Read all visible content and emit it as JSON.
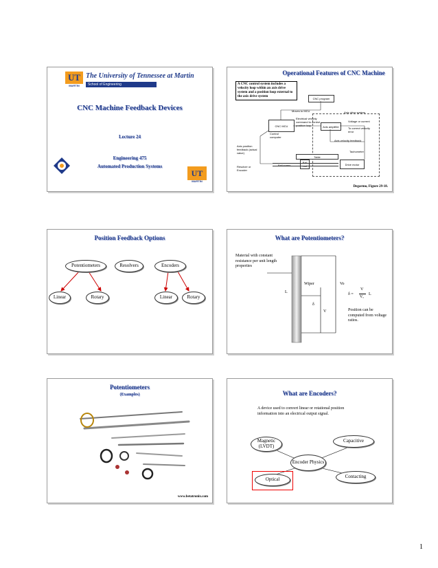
{
  "page_number": "1",
  "slide1": {
    "banner_title": "The University of Tennessee at Martin",
    "banner_sub": "School of Engineering",
    "banner_logo": "UT",
    "banner_martin": "MARTIN",
    "title": "CNC Machine Feedback Devices",
    "lecture": "Lecture 24",
    "course": "Engineering 475",
    "course_name": "Automated Production Systems",
    "corner_logo": "UT",
    "corner_martin": "MARTIN"
  },
  "slide2": {
    "title": "Operational Features of CNC Machine",
    "callout": "A CNC control system includes a velocity loop within an axis drive system and a position loop external to the axis drive system",
    "diagram": {
      "cnc_program": "CNC program",
      "axis_drive": "Axis drive system",
      "moves_to_mcu": "Moves to MCU",
      "cnc_mcu": "CNC MCU",
      "control_computer": "Control computer",
      "electrical_velocity": "Electrical velocity command to control position loop",
      "amplifier": "Axis amplifier",
      "voltage_current": "Voltage or current",
      "to_correct": "To correct velocity error",
      "axis_velocity": "Axis velocity feedback",
      "axis_position": "Axis position feedback (actual value)",
      "tachometer": "Tachometer",
      "table": "Table",
      "ball_screw": "Ball screw",
      "ball_nut": "Ball nut",
      "drive_motor": "Drive motor",
      "resolver": "Resolver or Encoder"
    },
    "credit": "Degarmo, Figure 29-18."
  },
  "slide3": {
    "title": "Position Feedback Options",
    "potentiometers": "Potentiometers",
    "resolvers": "Resolvers",
    "encoders": "Encoders",
    "pot_linear": "Linear",
    "pot_rotary": "Rotary",
    "enc_linear": "Linear",
    "enc_rotary": "Rotary"
  },
  "slide4": {
    "title": "What are Potentiometers?",
    "material_text": "Material with constant resistance per unit length properties",
    "wiper": "Wiper",
    "vo": "Vo",
    "L": "L",
    "delta": "δ",
    "V": "V",
    "eq_lhs": "δ =",
    "eq_num": "V",
    "eq_den": "Vₒ",
    "eq_rhs": "L",
    "position_text": "Position can be computed from voltage ratios."
  },
  "slide5": {
    "title": "Potentiometers",
    "subtitle": "(Examples)",
    "credit": "www.betatronix.com"
  },
  "slide6": {
    "title": "What are Encoders?",
    "description": "A device used to convert linear or rotational position information into an electrical output signal.",
    "magnetic": "Magnetic (LVDT)",
    "capacitive": "Capacitive",
    "center": "Encoder Physics",
    "optical": "Optical",
    "contacting": "Contacting"
  }
}
